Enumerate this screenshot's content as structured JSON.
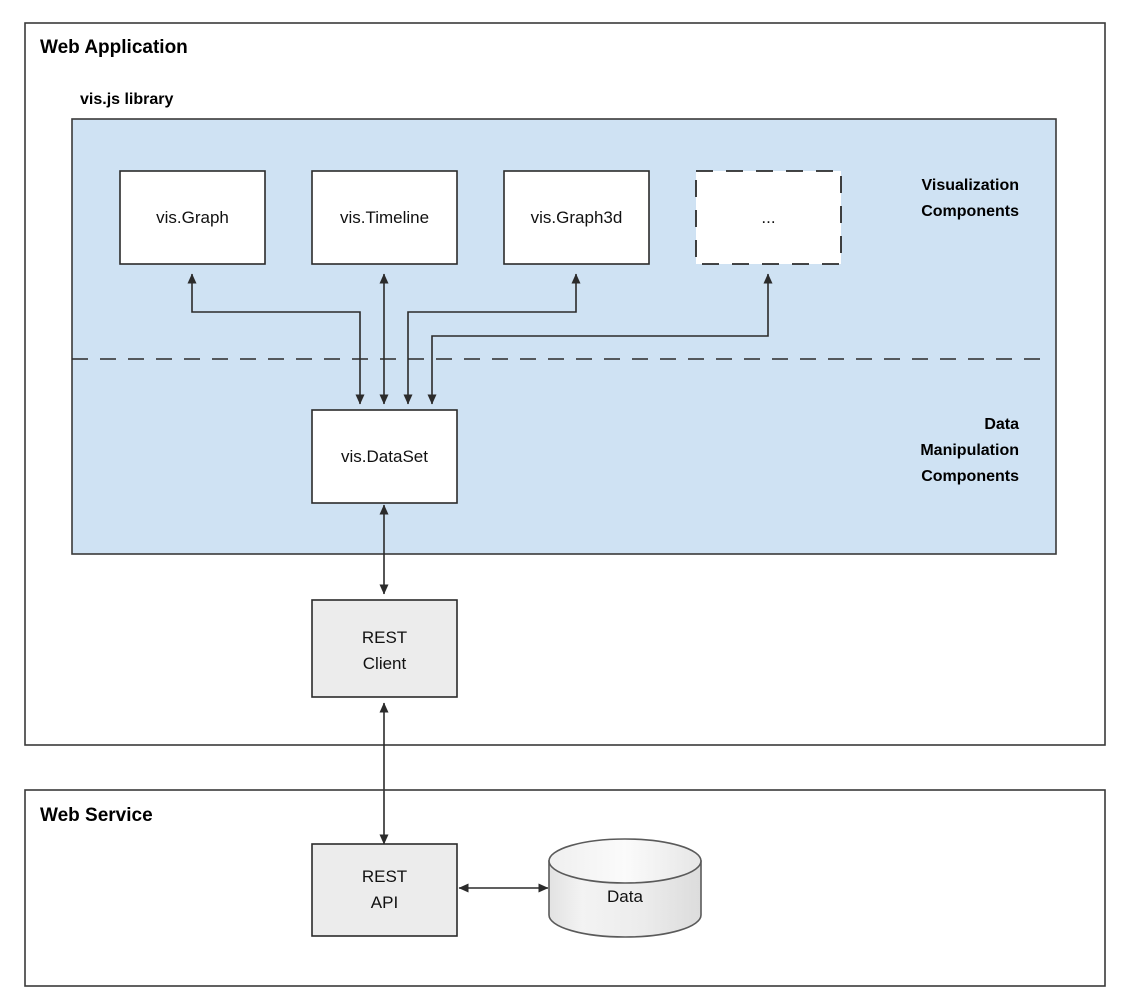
{
  "diagram": {
    "type": "architecture-block-diagram",
    "background": "#ffffff",
    "frames": [
      {
        "id": "web-application",
        "title": "Web Application"
      },
      {
        "id": "web-service",
        "title": "Web Service"
      }
    ],
    "library_panel": {
      "title": "vis.js library",
      "fill": "#cfe2f3",
      "border": "#3a3a3a",
      "divider": "dashed",
      "sections": [
        {
          "id": "visualization",
          "label_lines": [
            "Visualization",
            "Components"
          ]
        },
        {
          "id": "data-manipulation",
          "label_lines": [
            "Data",
            "Manipulation",
            "Components"
          ]
        }
      ]
    },
    "nodes": [
      {
        "id": "vis-graph",
        "label_lines": [
          "vis.Graph"
        ],
        "fill": "#ffffff",
        "border": "solid"
      },
      {
        "id": "vis-timeline",
        "label_lines": [
          "vis.Timeline"
        ],
        "fill": "#ffffff",
        "border": "solid"
      },
      {
        "id": "vis-graph3d",
        "label_lines": [
          "vis.Graph3d"
        ],
        "fill": "#ffffff",
        "border": "solid"
      },
      {
        "id": "more",
        "label_lines": [
          "..."
        ],
        "fill": "#ffffff",
        "border": "dashed"
      },
      {
        "id": "vis-dataset",
        "label_lines": [
          "vis.DataSet"
        ],
        "fill": "#ffffff",
        "border": "solid"
      },
      {
        "id": "rest-client",
        "label_lines": [
          "REST",
          "Client"
        ],
        "fill": "#ececec",
        "border": "solid"
      },
      {
        "id": "rest-api",
        "label_lines": [
          "REST",
          "API"
        ],
        "fill": "#ececec",
        "border": "solid"
      },
      {
        "id": "data-store",
        "label_lines": [
          "Data"
        ],
        "fill": "#ededed",
        "border": "solid",
        "shape": "cylinder"
      }
    ],
    "edges": [
      {
        "from": "vis-dataset",
        "to": "vis-graph",
        "arrows": "both"
      },
      {
        "from": "vis-dataset",
        "to": "vis-timeline",
        "arrows": "both"
      },
      {
        "from": "vis-dataset",
        "to": "vis-graph3d",
        "arrows": "both"
      },
      {
        "from": "vis-dataset",
        "to": "more",
        "arrows": "both"
      },
      {
        "from": "vis-dataset",
        "to": "rest-client",
        "arrows": "both"
      },
      {
        "from": "rest-client",
        "to": "rest-api",
        "arrows": "both"
      },
      {
        "from": "rest-api",
        "to": "data-store",
        "arrows": "both"
      }
    ]
  },
  "labels": {
    "web_application": "Web Application",
    "web_service": "Web Service",
    "visjs_library": "vis.js library",
    "viz_line1": "Visualization",
    "viz_line2": "Components",
    "data_line1": "Data",
    "data_line2": "Manipulation",
    "data_line3": "Components",
    "vis_graph": "vis.Graph",
    "vis_timeline": "vis.Timeline",
    "vis_graph3d": "vis.Graph3d",
    "ellipsis": "...",
    "vis_dataset": "vis.DataSet",
    "rest_client_1": "REST",
    "rest_client_2": "Client",
    "rest_api_1": "REST",
    "rest_api_2": "API",
    "data_store": "Data"
  }
}
